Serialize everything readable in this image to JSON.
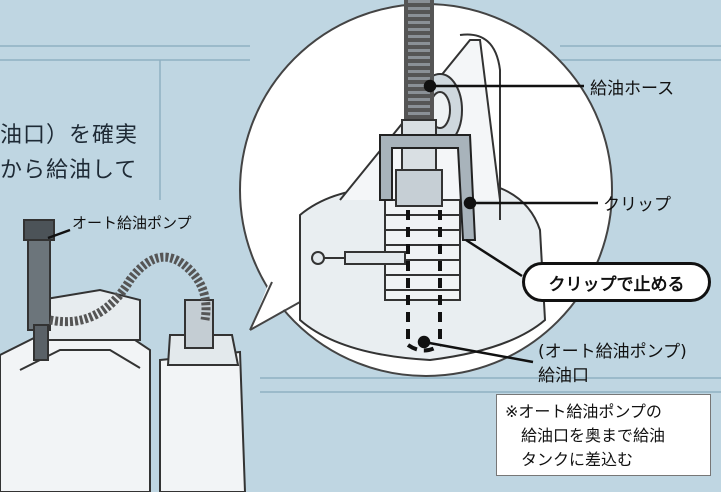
{
  "partial_text": {
    "line1": "油口）を確実",
    "line2": "から給油して"
  },
  "labels": {
    "pump": "オート給油ポンプ",
    "hose": "給油ホース",
    "clip": "クリップ",
    "clip_action": "クリップで止める",
    "inlet_line1": "(オート給油ポンプ)",
    "inlet_line2": "給油口"
  },
  "note": {
    "line1": "※オート給油ポンプの",
    "line2": "給油口を奥まで給油",
    "line3": "タンクに差込む"
  },
  "colors": {
    "background": "#bfd6e2",
    "circle_fill": "#ffffff",
    "line": "#111111"
  }
}
